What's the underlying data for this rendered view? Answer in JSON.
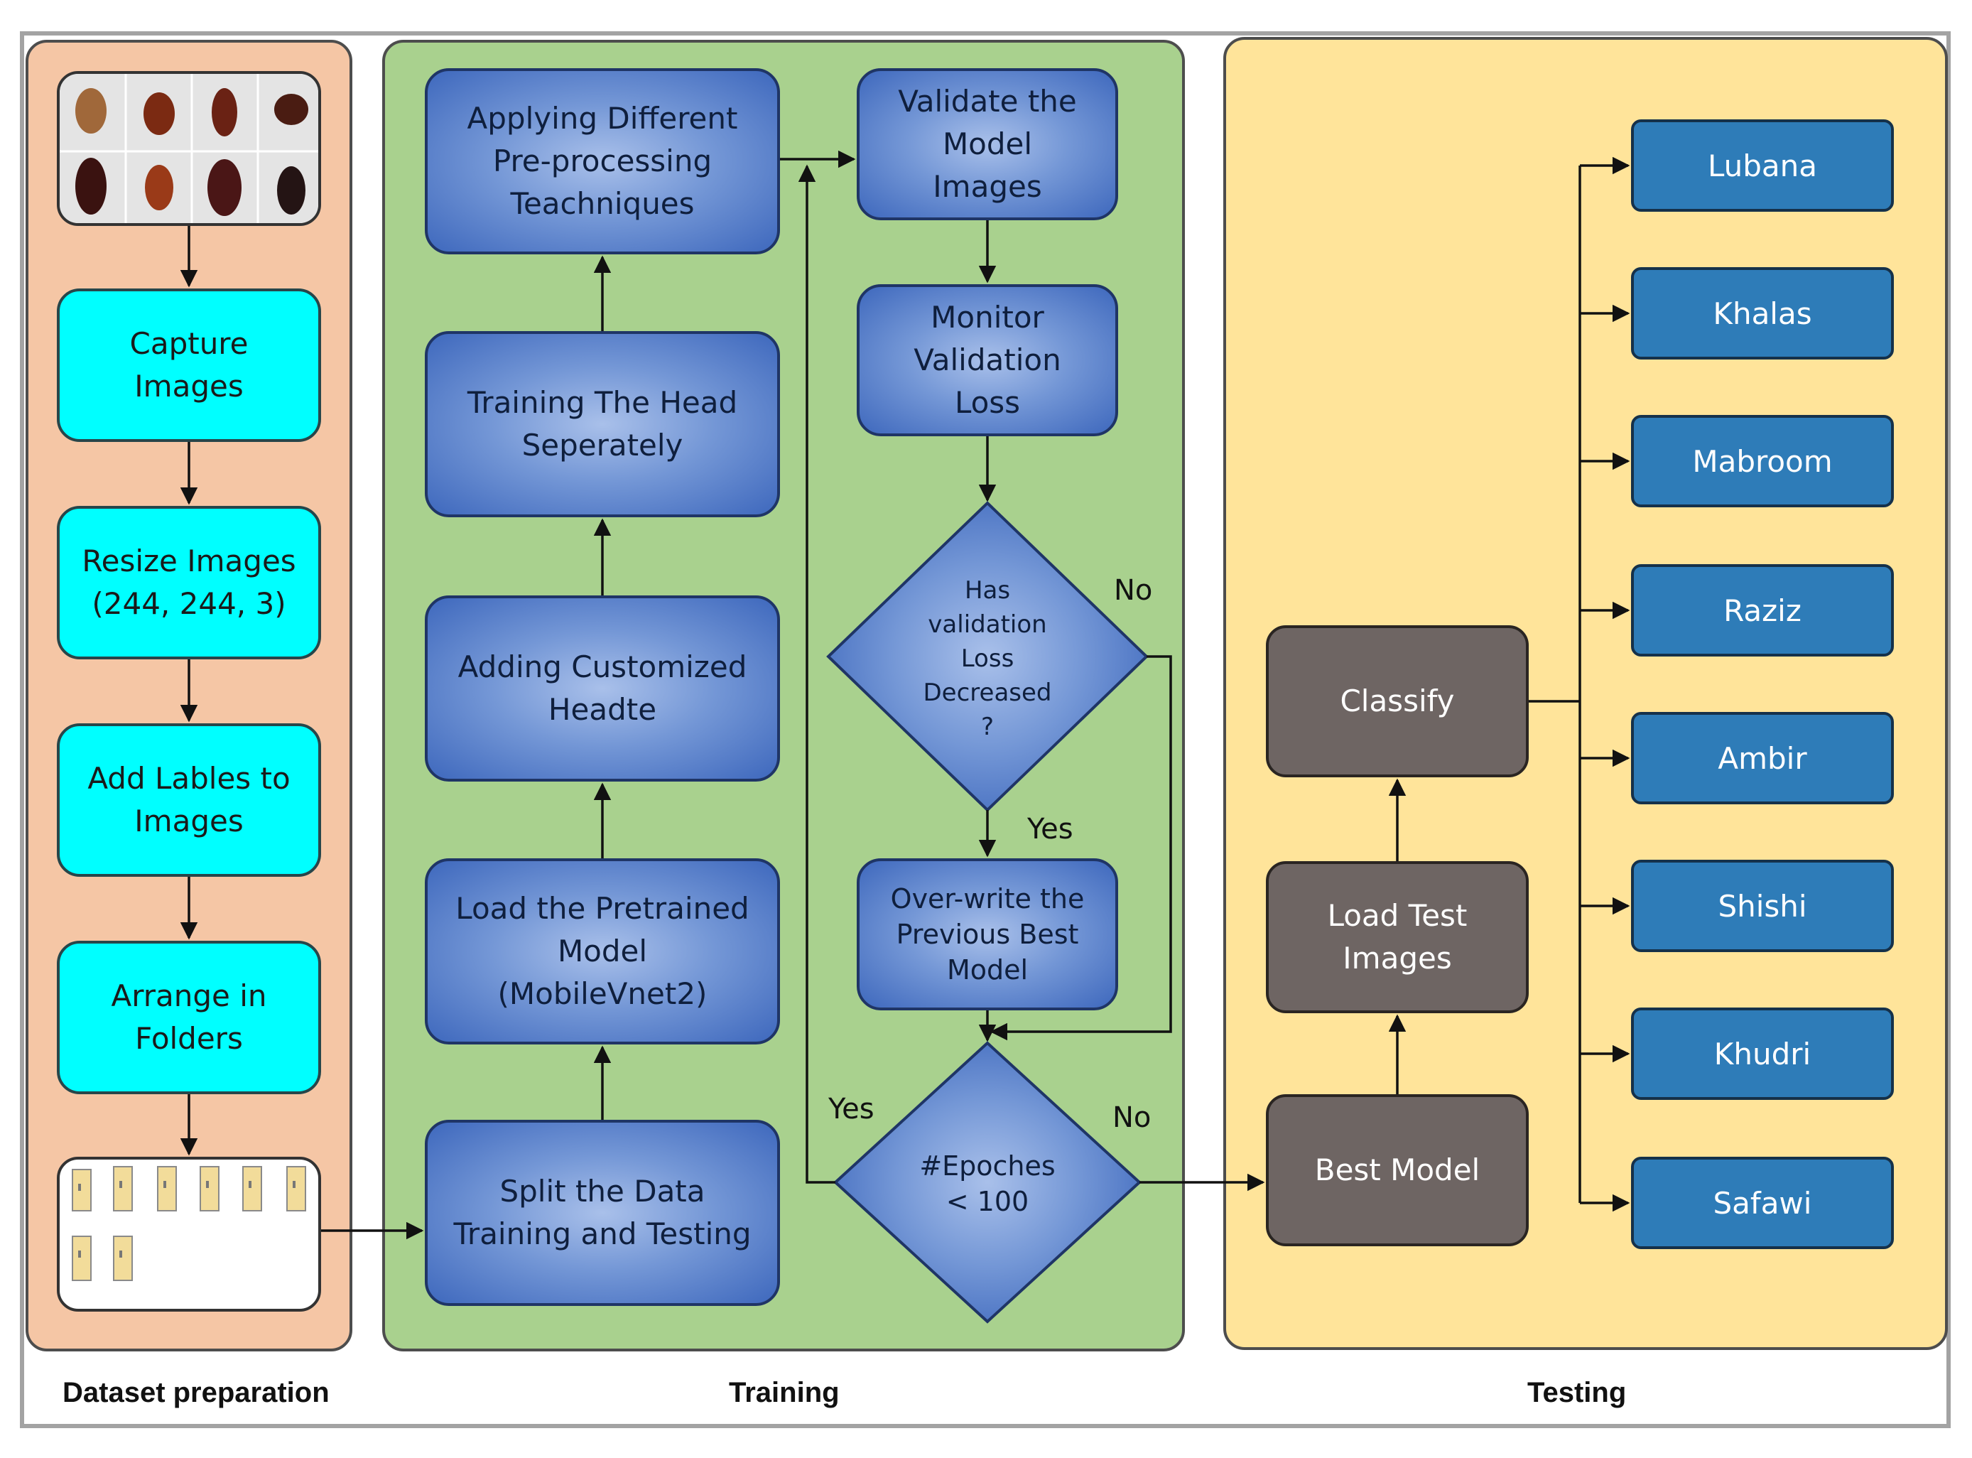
{
  "panels": {
    "dataset": "Dataset preparation",
    "training": "Training",
    "testing": "Testing"
  },
  "dataset": {
    "capture": "Capture\nImages",
    "resize": "Resize Images\n(244, 244, 3)",
    "labels": "Add Lables to\nImages",
    "arrange": "Arrange in\nFolders"
  },
  "training": {
    "split": "Split the Data\nTraining and Testing",
    "load_pretrained": "Load the Pretrained\nModel\n(MobileVnet2)",
    "adding_head": "Adding Customized\nHeadte",
    "training_head": "Training The Head\nSeperately",
    "preprocessing": "Applying Different\nPre-processing\nTeachniques",
    "validate": "Validate the\nModel\nImages",
    "monitor": "Monitor\nValidation\nLoss",
    "decision_loss": [
      "Has",
      "validation",
      "Loss",
      "Decreased",
      "?"
    ],
    "overwrite": "Over-write the\nPrevious Best\nModel",
    "decision_epochs": [
      "#Epoches",
      "< 100"
    ],
    "yes_label": "Yes",
    "no_label": "No"
  },
  "testing": {
    "best_model": "Best Model",
    "load_test": "Load Test\nImages",
    "classify": "Classify",
    "classes": [
      "Lubana",
      "Khalas",
      "Mabroom",
      "Raziz",
      "Ambir",
      "Shishi",
      "Khudri",
      "Safawi"
    ]
  },
  "colors": {
    "dataset_panel": "#f5c6a5",
    "training_panel": "#a9d18e",
    "testing_panel": "#ffe49a",
    "cyan_box": "#00ffff",
    "class_box": "#2e7cb8",
    "gray_box": "#6e6563"
  }
}
